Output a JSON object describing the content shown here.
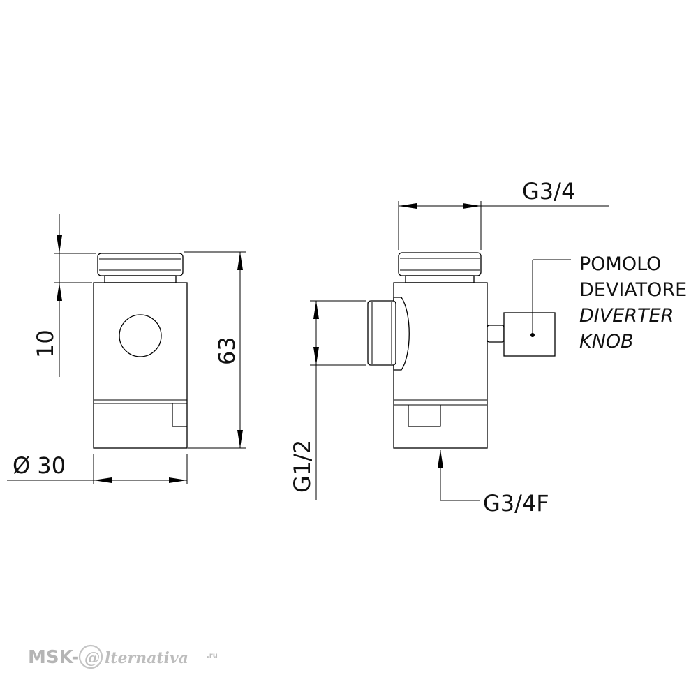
{
  "dimensions": {
    "diameter": "Ø 30",
    "height_total": "63",
    "top_section": "10",
    "top_outlet": "G3/4",
    "side_inlet": "G1/2",
    "bottom_outlet": "G3/4F"
  },
  "callout": {
    "line1": "POMOLO",
    "line2": "DEVIATORE",
    "line3": "DIVERTER",
    "line4": "KNOB"
  },
  "watermark": {
    "prefix": "MSK-",
    "at": "@",
    "rest": "lternativa",
    "domain": ".ru"
  }
}
